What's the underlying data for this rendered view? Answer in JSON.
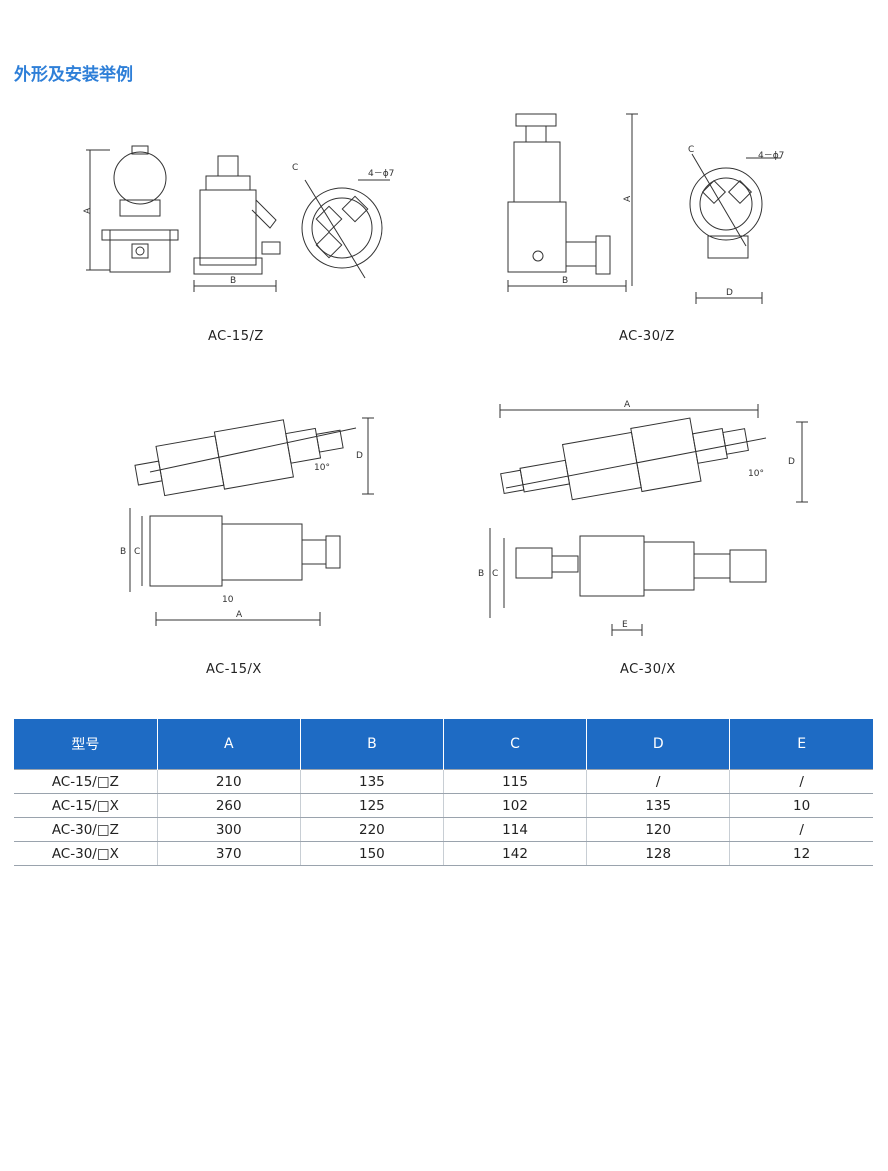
{
  "section_title": "外形及安装举例",
  "figures": {
    "ac15z": {
      "caption": "AC-15/Z",
      "dim_a": "A",
      "dim_b": "B",
      "dim_c": "C",
      "hole_label": "4－ϕ7"
    },
    "ac30z": {
      "caption": "AC-30/Z",
      "dim_a": "A",
      "dim_b": "B",
      "dim_c": "C",
      "dim_d": "D",
      "hole_label": "4－ϕ7"
    },
    "ac15x": {
      "caption": "AC-15/X",
      "dim_a": "A",
      "dim_b": "B",
      "dim_c": "C",
      "dim_d": "D",
      "angle_label": "10°",
      "dim_10": "10"
    },
    "ac30x": {
      "caption": "AC-30/X",
      "dim_a": "A",
      "dim_b": "B",
      "dim_c": "C",
      "dim_d": "D",
      "dim_e": "E",
      "angle_label": "10°"
    }
  },
  "table": {
    "headers": [
      "型号",
      "A",
      "B",
      "C",
      "D",
      "E"
    ],
    "rows": [
      [
        "AC-15/□Z",
        "210",
        "135",
        "115",
        "/",
        "/"
      ],
      [
        "AC-15/□X",
        "260",
        "125",
        "102",
        "135",
        "10"
      ],
      [
        "AC-30/□Z",
        "300",
        "220",
        "114",
        "120",
        "/"
      ],
      [
        "AC-30/□X",
        "370",
        "150",
        "142",
        "128",
        "12"
      ]
    ]
  }
}
